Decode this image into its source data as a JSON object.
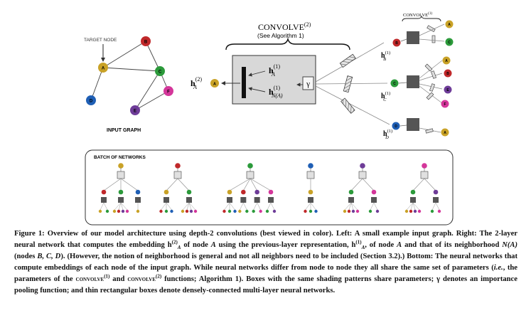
{
  "figure": {
    "input_graph": {
      "target_label": "TARGET NODE",
      "caption": "INPUT GRAPH",
      "nodes": [
        {
          "id": "A",
          "color": "#c9a227"
        },
        {
          "id": "B",
          "color": "#c0282a"
        },
        {
          "id": "C",
          "color": "#2b9a3a"
        },
        {
          "id": "D",
          "color": "#1f5fb5"
        },
        {
          "id": "E",
          "color": "#6e3c98"
        },
        {
          "id": "F",
          "color": "#d4369a"
        }
      ]
    },
    "convolve2": {
      "title": "CONVOLVE",
      "title_sup": "(2)",
      "subtitle": "(See Algorithm 1)",
      "h_self": "h",
      "h_self_sup": "(1)",
      "h_self_sub": "A",
      "h_nbr": "h",
      "h_nbr_sup": "(1)",
      "h_nbr_sub": "N(A)",
      "gamma": "γ",
      "out": "h",
      "out_sup": "(2)",
      "out_sub": "A"
    },
    "convolve1": {
      "title": "CONVOLVE",
      "title_sup": "(1)"
    },
    "right_labels": [
      {
        "h": "h",
        "sup": "(1)",
        "sub": "B"
      },
      {
        "h": "h",
        "sup": "(1)",
        "sub": "C"
      },
      {
        "h": "h",
        "sup": "(1)",
        "sub": "D"
      }
    ],
    "batch_title": "BATCH OF NETWORKS"
  },
  "caption": {
    "lead": "Figure 1: Overview of our model architecture using depth-2 convolutions (best viewed in color). Left: A small example input graph. Right: The 2-layer neural network that computes the embedding h",
    "s1_sup": "(2)",
    "s1_sub": "A",
    "s2": " of node ",
    "s2_it": "A",
    "s3": " using the previous-layer representation, h",
    "s3_sup": "(1)",
    "s3_sub": "A",
    "s4": ", of node ",
    "s4_it": "A",
    "s5": " and that of its neighborhood ",
    "s5_it": "N(A)",
    "s6": " (nodes ",
    "s6_it": "B, C, D",
    "s7": "). (However, the notion of neighborhood is general and not all neighbors need to be included (Section 3.2).) Bottom: The neural networks that compute embeddings of each node of the input graph. While neural networks differ from node to node they all share the same set of parameters (",
    "s7_it": "i.e.",
    "s8": ", the parameters of the ",
    "s8_sc": "convolve",
    "s8_sup": "(1)",
    "s9": " and ",
    "s9_sc": "convolve",
    "s9_sup": "(2)",
    "s10": " functions; Algorithm 1). Boxes with the same shading patterns share parameters; ",
    "s10_g": "γ",
    "s11": " denotes an importance pooling function; and thin rectangular boxes denote densely-connected multi-layer neural networks."
  }
}
